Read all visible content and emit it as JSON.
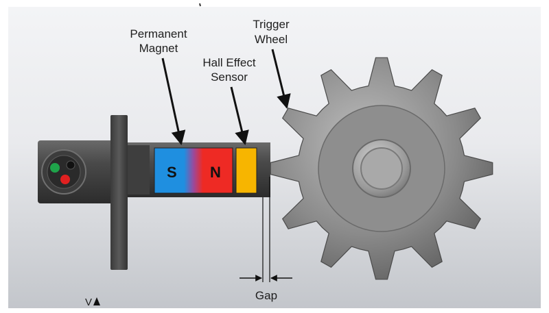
{
  "labels": {
    "permanent_magnet": [
      "Permanent",
      "Magnet"
    ],
    "trigger_wheel": [
      "Trigger",
      "Wheel"
    ],
    "hall_effect_sensor": [
      "Hall Effect",
      "Sensor"
    ],
    "gap": "Gap",
    "axis_fragment": "V"
  },
  "magnet": {
    "south_pole": "S",
    "north_pole": "N",
    "south_color": "#1f8fe0",
    "north_color": "#ee2a24"
  },
  "colors": {
    "sensor_element": "#f7b500",
    "connector_pin_green": "#1fa34a",
    "connector_pin_red": "#e02020",
    "connector_pin_black": "#111111"
  },
  "trigger_wheel": {
    "tooth_count": 12
  }
}
